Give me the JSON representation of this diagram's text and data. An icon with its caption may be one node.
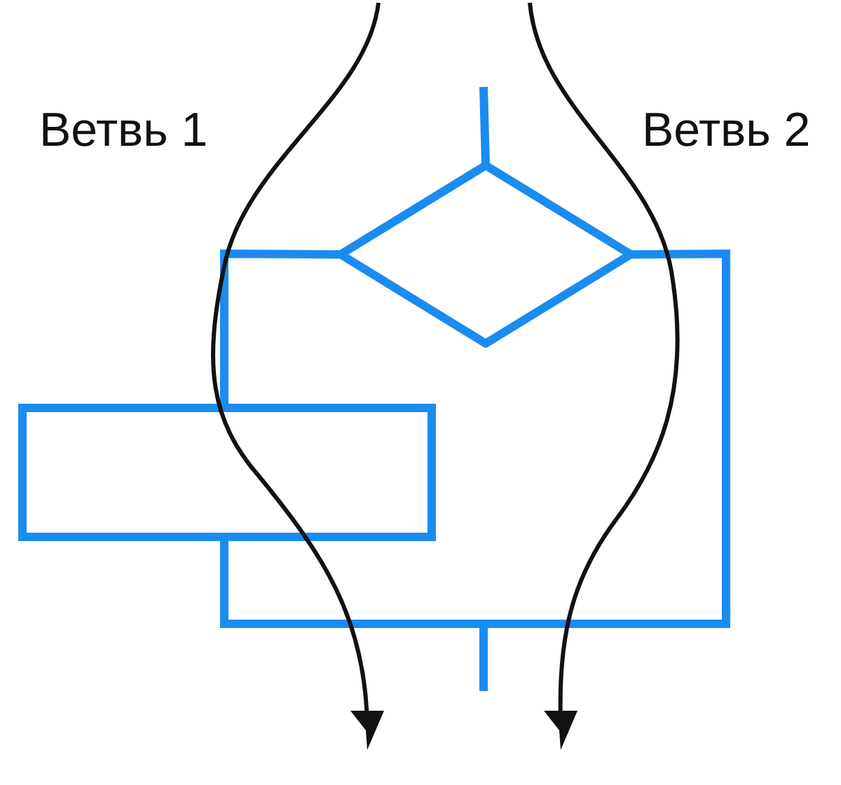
{
  "diagram": {
    "nodes": [
      {
        "text": [],
        "shape": "diamond"
      },
      {
        "text": [],
        "shape": "box"
      }
    ],
    "edges": [
      {
        "from": null,
        "to": 0,
        "arrow": "none"
      },
      {
        "from": 0,
        "to": 1,
        "arrow": "none"
      },
      {
        "from": 0,
        "to": null,
        "arrow": "none"
      },
      {
        "from": 1,
        "to": null,
        "arrow": "none"
      }
    ],
    "labels": [
      "Ветвь 1",
      "Ветвь 2"
    ]
  }
}
